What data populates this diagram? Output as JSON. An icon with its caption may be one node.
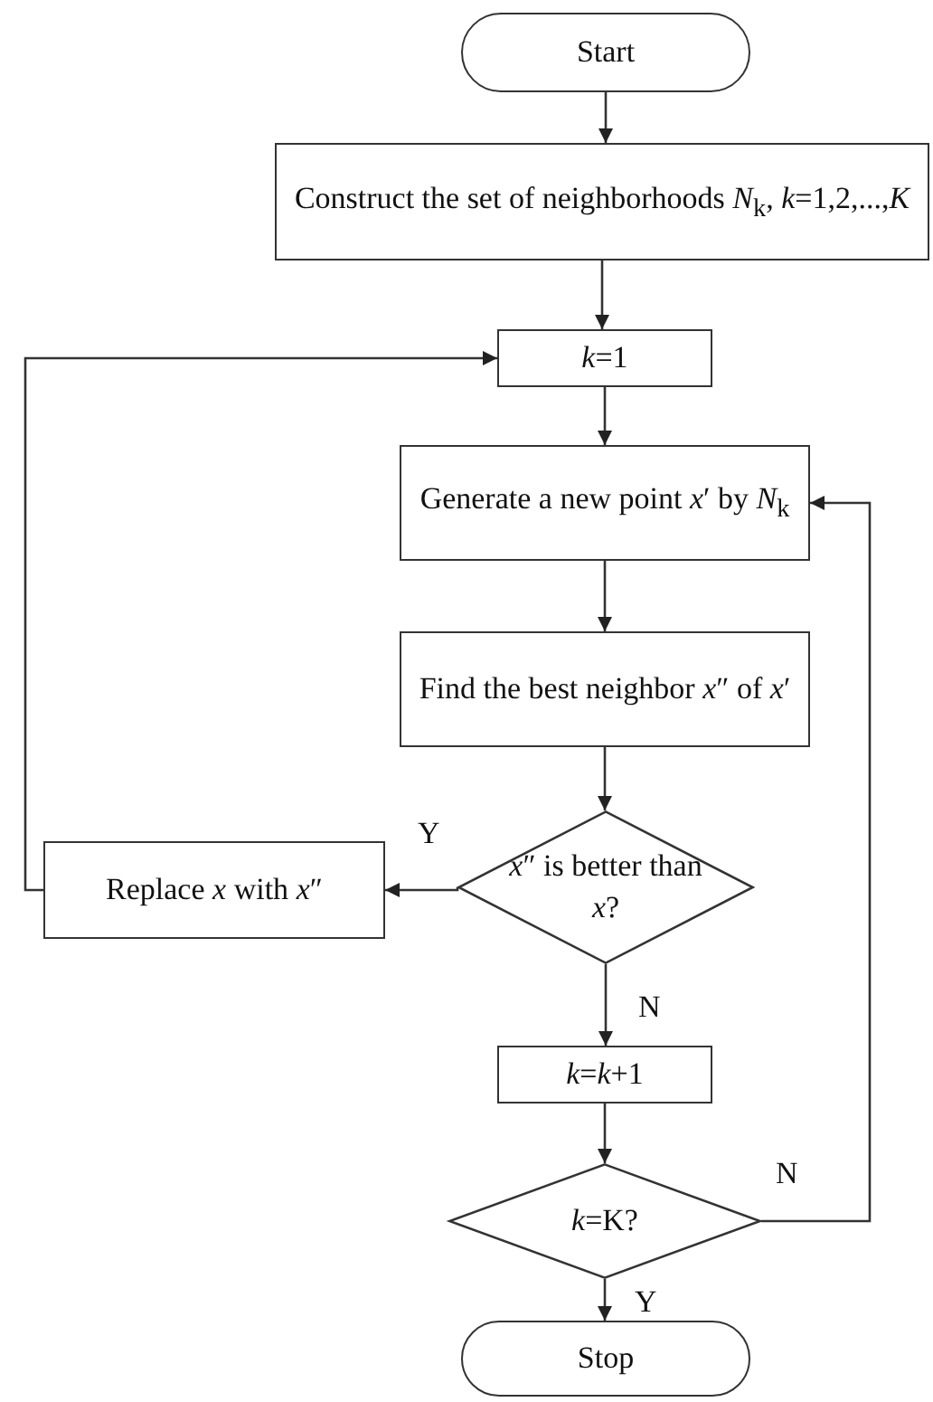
{
  "diagram": {
    "nodes": [
      {
        "text": [
          "Start"
        ]
      },
      {
        "text": [
          "Construct the set of neighborhoods *N*$_{k}$, *k*=1,2,...,*K*"
        ]
      },
      {
        "text": [
          "*k*=1"
        ]
      },
      {
        "text": [
          "Generate a new point *x*′ by *N*$_{k}$"
        ]
      },
      {
        "text": [
          "Find the best neighbor *x*″ of *x*′"
        ]
      },
      {
        "text": [
          "*x*″  is better than *x*?"
        ]
      },
      {
        "text": [
          "Replace *x* with *x*″"
        ]
      },
      {
        "text": [
          "*k*=*k*+1"
        ]
      },
      {
        "text": [
          "*k*=K?"
        ]
      },
      {
        "text": [
          "Stop"
        ]
      }
    ],
    "edges": [
      {
        "from": 0,
        "to": 1,
        "arrow": "to"
      },
      {
        "from": 1,
        "to": 2,
        "arrow": "to"
      },
      {
        "from": 2,
        "to": 3,
        "arrow": "to"
      },
      {
        "from": 3,
        "to": 4,
        "arrow": "to"
      },
      {
        "from": 4,
        "to": 5,
        "arrow": "to"
      },
      {
        "from": 5,
        "to": 6,
        "arrow": "to",
        "label": "Y"
      },
      {
        "from": 6,
        "to": 2,
        "arrow": "to"
      },
      {
        "from": 5,
        "to": 7,
        "arrow": "to",
        "label": "N"
      },
      {
        "from": 7,
        "to": 8,
        "arrow": "to"
      },
      {
        "from": 8,
        "to": 3,
        "arrow": "to",
        "label": "N"
      },
      {
        "from": 8,
        "to": 9,
        "arrow": "to",
        "label": "Y"
      }
    ]
  }
}
